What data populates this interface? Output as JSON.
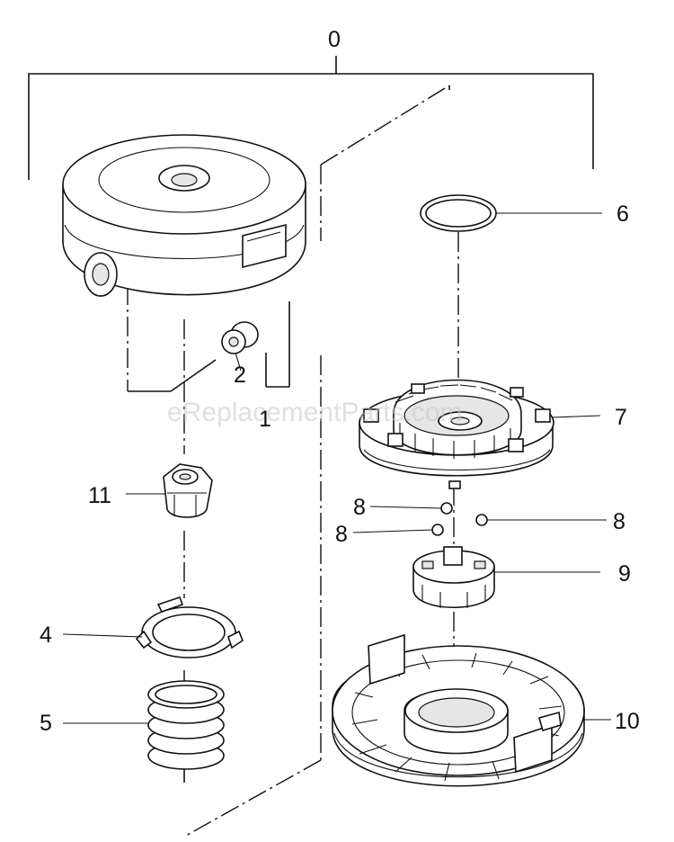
{
  "labels": {
    "assembly": "0",
    "part1": "1",
    "part2": "2",
    "part4": "4",
    "part5": "5",
    "part6": "6",
    "part7": "7",
    "part8a": "8",
    "part8b": "8",
    "part8c": "8",
    "part9": "9",
    "part10": "10",
    "part11": "11"
  },
  "watermark": "eReplacementParts.com",
  "colors": {
    "ink": "#111111",
    "paper": "#ffffff",
    "watermark": "#c8c8c8"
  }
}
